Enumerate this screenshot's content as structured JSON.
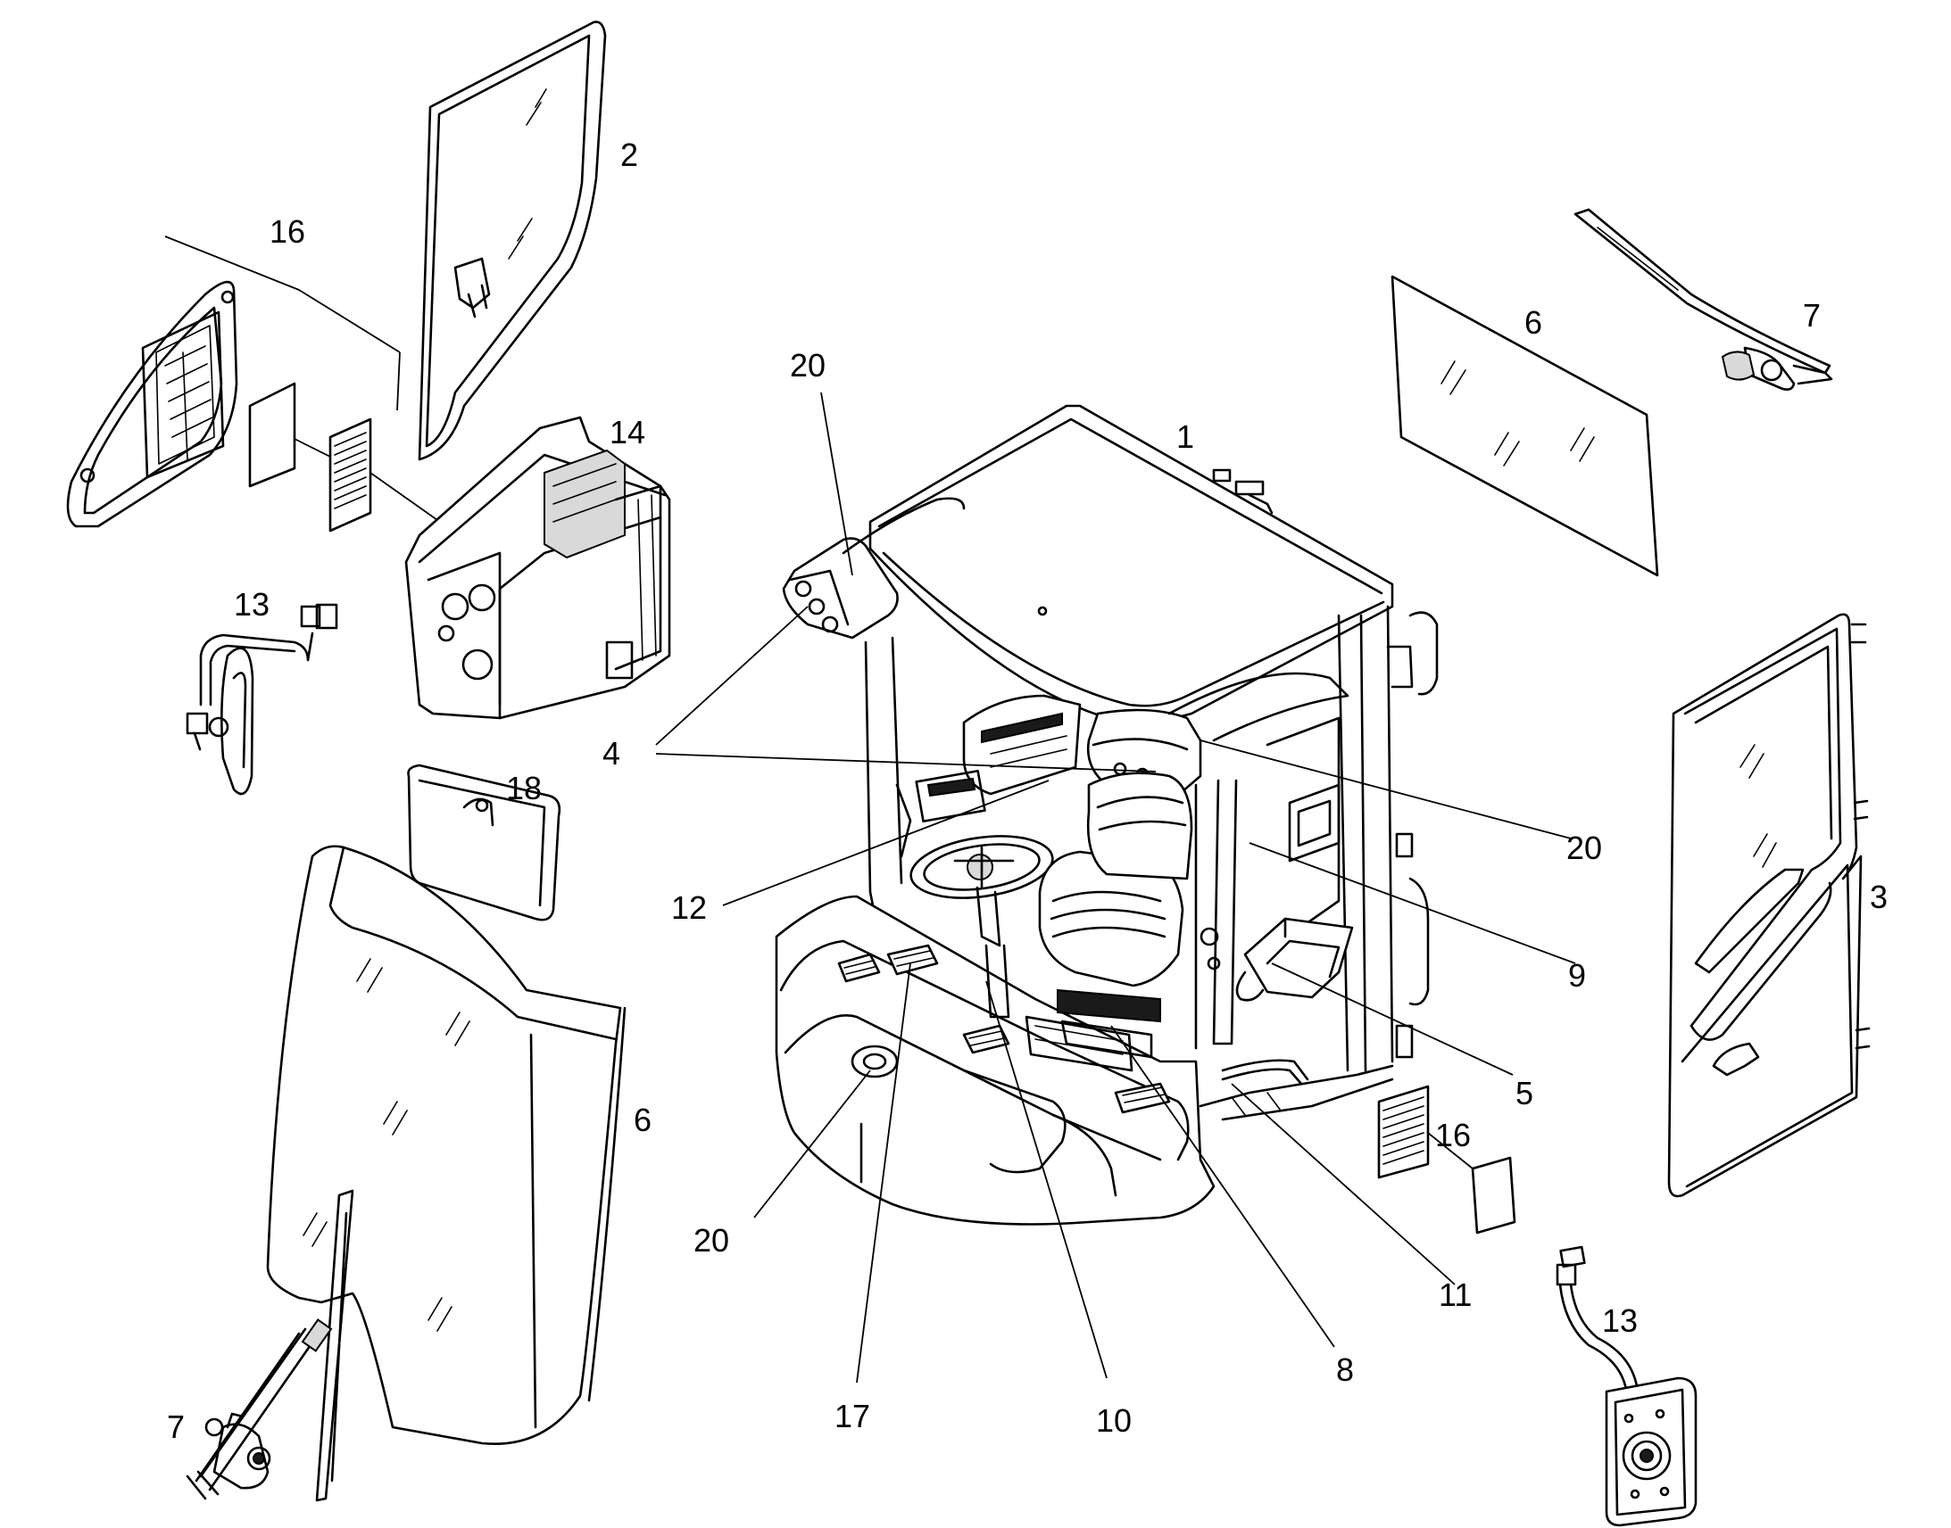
{
  "callouts": [
    {
      "id": "c-2",
      "text": "2"
    },
    {
      "id": "c-16a",
      "text": "16"
    },
    {
      "id": "c-14",
      "text": "14"
    },
    {
      "id": "c-13a",
      "text": "13"
    },
    {
      "id": "c-18",
      "text": "18"
    },
    {
      "id": "c-6a",
      "text": "6"
    },
    {
      "id": "c-7a",
      "text": "7"
    },
    {
      "id": "c-20a",
      "text": "20"
    },
    {
      "id": "c-4",
      "text": "4"
    },
    {
      "id": "c-12",
      "text": "12"
    },
    {
      "id": "c-20b",
      "text": "20"
    },
    {
      "id": "c-17",
      "text": "17"
    },
    {
      "id": "c-10",
      "text": "10"
    },
    {
      "id": "c-1",
      "text": "1"
    },
    {
      "id": "c-6b",
      "text": "6"
    },
    {
      "id": "c-7b",
      "text": "7"
    },
    {
      "id": "c-20c",
      "text": "20"
    },
    {
      "id": "c-3",
      "text": "3"
    },
    {
      "id": "c-9",
      "text": "9"
    },
    {
      "id": "c-5",
      "text": "5"
    },
    {
      "id": "c-16b",
      "text": "16"
    },
    {
      "id": "c-11",
      "text": "11"
    },
    {
      "id": "c-8",
      "text": "8"
    },
    {
      "id": "c-13b",
      "text": "13"
    }
  ]
}
